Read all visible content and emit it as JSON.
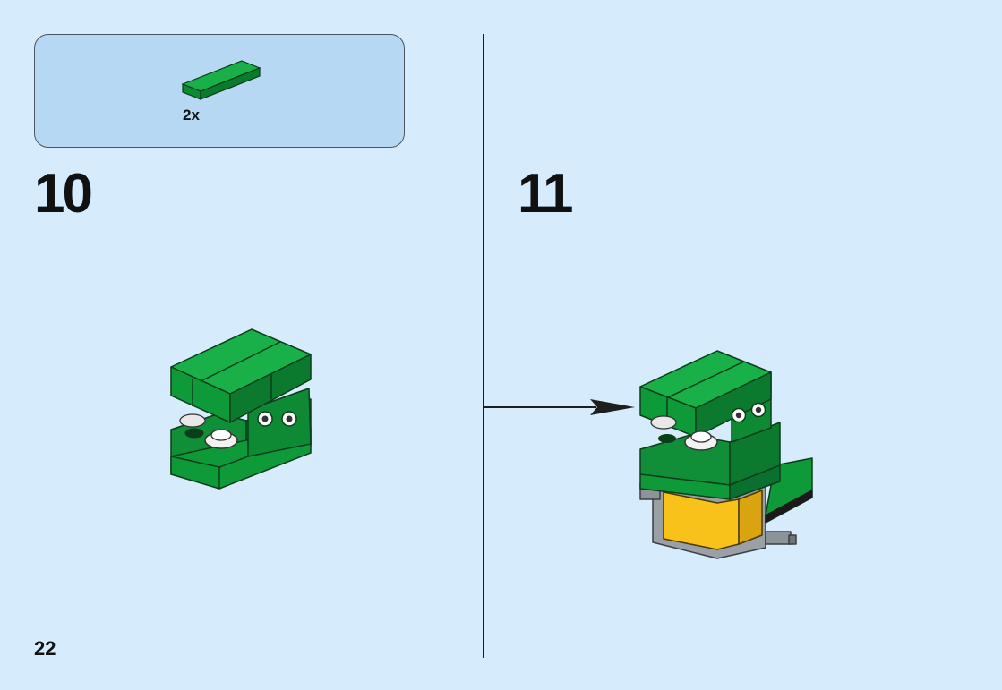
{
  "parts_callout": {
    "quantity": "2x",
    "part_icon": "green-flat-tile-1x4-icon"
  },
  "steps": [
    {
      "number": "10"
    },
    {
      "number": "11"
    }
  ],
  "page_number": "22",
  "colors": {
    "background": "#d6ebfb",
    "callout_fill": "#b6d8f3",
    "brick_green": "#0f9a3a",
    "brick_yellow": "#f8c21b",
    "brick_gray": "#a8aeb2"
  }
}
